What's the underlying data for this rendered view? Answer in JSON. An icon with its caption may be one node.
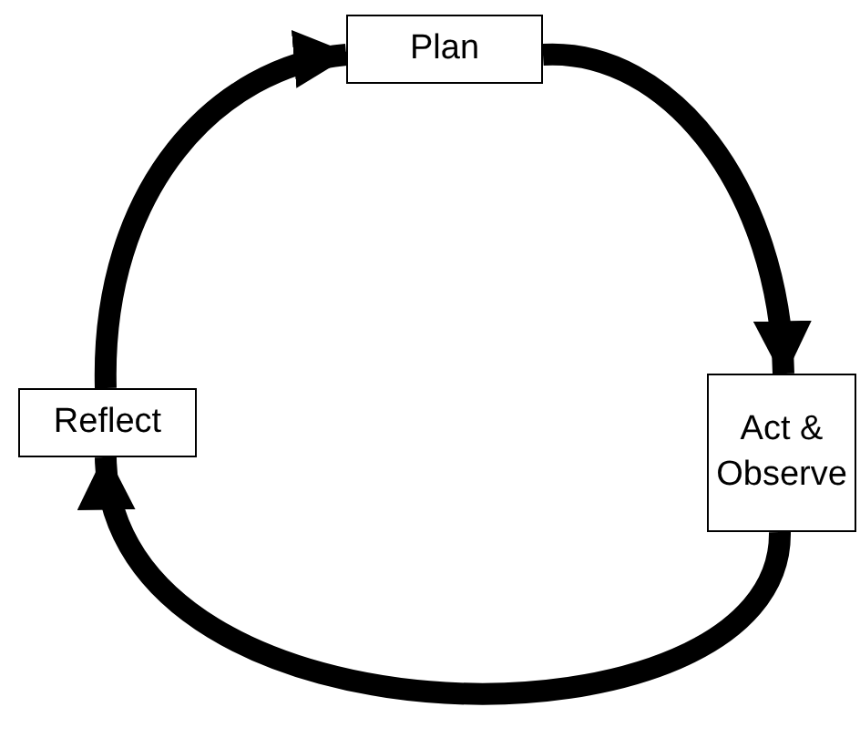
{
  "diagram": {
    "nodes": [
      {
        "text": [
          "Plan"
        ]
      },
      {
        "text": [
          "Act & Observe"
        ]
      },
      {
        "text": [
          "Reflect"
        ]
      }
    ],
    "edges": [
      {
        "from": 0,
        "to": 1,
        "arrow": "to"
      },
      {
        "from": 1,
        "to": 2,
        "arrow": "to"
      },
      {
        "from": 2,
        "to": 0,
        "arrow": "to"
      }
    ]
  }
}
